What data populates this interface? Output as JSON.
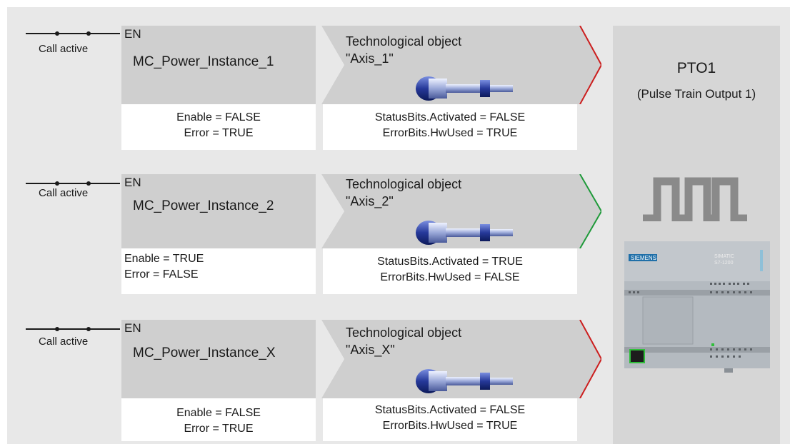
{
  "rows": [
    {
      "call_label": "Call active",
      "en_label": "EN",
      "instance_name": "MC_Power_Instance_1",
      "fb_status": [
        "Enable = FALSE",
        "Error = TRUE"
      ],
      "tech_title_1": "Technological object",
      "tech_title_2": "\"Axis_1\"",
      "tech_status": [
        "StatusBits.Activated = FALSE",
        "ErrorBits.HwUsed = TRUE"
      ],
      "connector_color": "#cc1f1f"
    },
    {
      "call_label": "Call active",
      "en_label": "EN",
      "instance_name": "MC_Power_Instance_2",
      "fb_status": [
        "Enable =  TRUE",
        "Error = FALSE"
      ],
      "tech_title_1": "Technological object",
      "tech_title_2": "\"Axis_2\"",
      "tech_status": [
        "StatusBits.Activated = TRUE",
        "ErrorBits.HwUsed = FALSE"
      ],
      "connector_color": "#1f9a3a"
    },
    {
      "call_label": "Call active",
      "en_label": "EN",
      "instance_name": "MC_Power_Instance_X",
      "fb_status": [
        "Enable = FALSE",
        "Error = TRUE"
      ],
      "tech_title_1": "Technological object",
      "tech_title_2": "\"Axis_X\"",
      "tech_status": [
        "StatusBits.Activated = FALSE",
        "ErrorBits.HwUsed = TRUE"
      ],
      "connector_color": "#cc1f1f"
    }
  ],
  "pto": {
    "title": "PTO1",
    "subtitle": "(Pulse Train Output 1)",
    "plc_brand": "SIEMENS",
    "plc_model_1": "SIMATIC",
    "plc_model_2": "S7-1200"
  },
  "colors": {
    "background": "#e8e8e8",
    "block_fill": "#cfcfcf",
    "pto_panel": "#d6d6d6",
    "error_red": "#cc1f1f",
    "ok_green": "#1f9a3a",
    "pulse_gray": "#8a8a8a",
    "motor_blue": "#2a3f9a"
  }
}
